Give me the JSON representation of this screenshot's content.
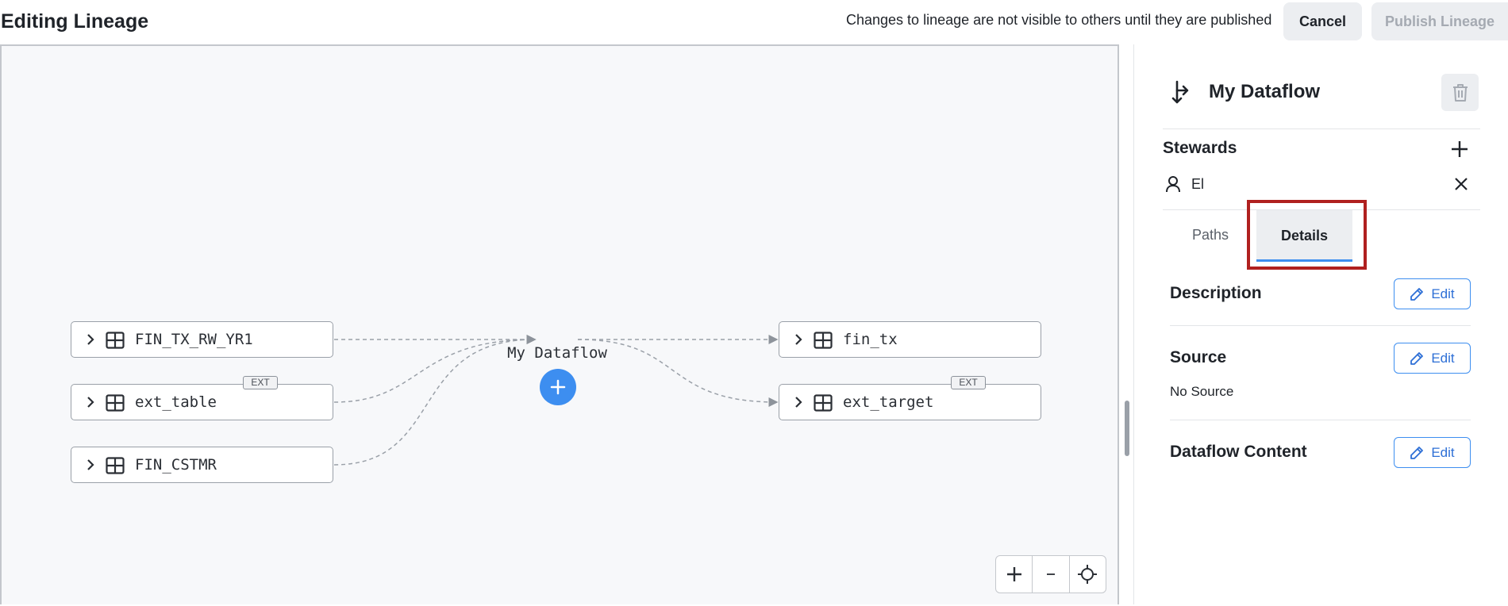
{
  "header": {
    "title": "Editing Lineage",
    "publish_note": "Changes to lineage are not visible to others until they are published",
    "cancel_label": "Cancel",
    "publish_label": "Publish Lineage"
  },
  "canvas": {
    "dataflow_label": "My Dataflow",
    "upstream": [
      {
        "label": "FIN_TX_RW_YR1",
        "ext": false
      },
      {
        "label": "ext_table",
        "ext": true
      },
      {
        "label": "FIN_CSTMR",
        "ext": false
      }
    ],
    "downstream": [
      {
        "label": "fin_tx",
        "ext": false
      },
      {
        "label": "ext_target",
        "ext": true
      }
    ],
    "ext_badge": "EXT",
    "icons": {
      "expand": "chevron-right-icon",
      "table": "table-icon",
      "dataflow": "plus-icon",
      "zoom_in": "plus-icon",
      "zoom_out": "minus-icon",
      "fit": "crosshair-icon"
    }
  },
  "panel": {
    "title": "My Dataflow",
    "stewards_title": "Stewards",
    "stewards": [
      "El"
    ],
    "tabs": [
      {
        "label": "Paths",
        "selected": false
      },
      {
        "label": "Details",
        "selected": true
      }
    ],
    "sections": {
      "description": {
        "title": "Description",
        "edit_label": "Edit"
      },
      "source": {
        "title": "Source",
        "edit_label": "Edit",
        "value": "No Source"
      },
      "content": {
        "title": "Dataflow Content",
        "edit_label": "Edit"
      }
    }
  },
  "colors": {
    "accent": "#3d8ef0",
    "highlight": "#b0201f",
    "canvas_bg": "#f7f8fa",
    "disabled_text": "#a5aab2"
  }
}
